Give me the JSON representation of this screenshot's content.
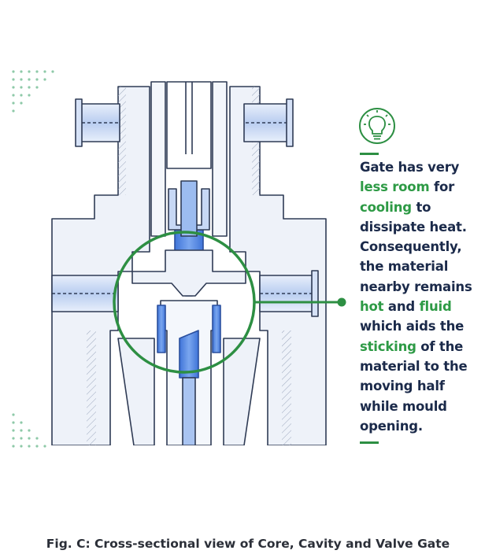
{
  "icon": "lightbulb-icon",
  "callout": {
    "line1": "Gate has very",
    "line2_hl": "less room",
    "line2_rest": " for",
    "line3_hl": "cooling",
    "line3_rest": " to",
    "line4": "dissipate heat.",
    "line5": "Consequently,",
    "line6": "the material",
    "line7": "nearby remains",
    "line8_hl1": "hot",
    "line8_mid": " and ",
    "line8_hl2": "fluid",
    "line9": "which aids the",
    "line10_hl": "sticking",
    "line10_rest": " of the",
    "line11": "material to the",
    "line12": "moving half",
    "line13": "while mould",
    "line14": "opening."
  },
  "caption": "Fig. C: Cross-sectional view of Core, Cavity and Valve Gate",
  "colors": {
    "accent_green": "#2d9a45",
    "text_navy": "#1b2a4a",
    "line_dark": "#2f3b55",
    "blue_fill": "#5b8fe6",
    "light_blue": "#dbe7fa"
  }
}
